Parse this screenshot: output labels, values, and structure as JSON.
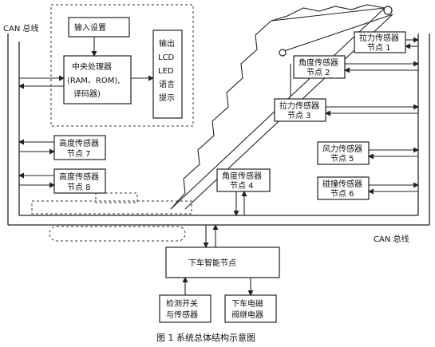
{
  "bus_label_top": "CAN 总线",
  "bus_label_bottom": "CAN 总线",
  "input_setup": "输入设置",
  "cpu": [
    "中央处理器",
    "(RAM、ROM),",
    "译码器)"
  ],
  "output": [
    "输出",
    "LCD",
    "LED",
    "语言",
    "提示"
  ],
  "tension1": [
    "拉力传感器",
    "节点 1"
  ],
  "angle2": [
    "角度传感器",
    "节点 2"
  ],
  "tension3": [
    "拉力传感器",
    "节点 3"
  ],
  "angle4": [
    "角度传感器",
    "节点 4"
  ],
  "wind5": [
    "风力传感器",
    "节点 5"
  ],
  "collision6": [
    "碰撞传感器",
    "节点 6"
  ],
  "height7": [
    "高度传感器",
    "节点 7"
  ],
  "height8": [
    "高度传感器",
    "节点 8"
  ],
  "lower_node": "下车智能节点",
  "detect_switch": [
    "检测开关",
    "与传感器"
  ],
  "valve": [
    "下车电磁",
    "阀继电器"
  ],
  "caption": "图 1   系统总体结构示意图"
}
